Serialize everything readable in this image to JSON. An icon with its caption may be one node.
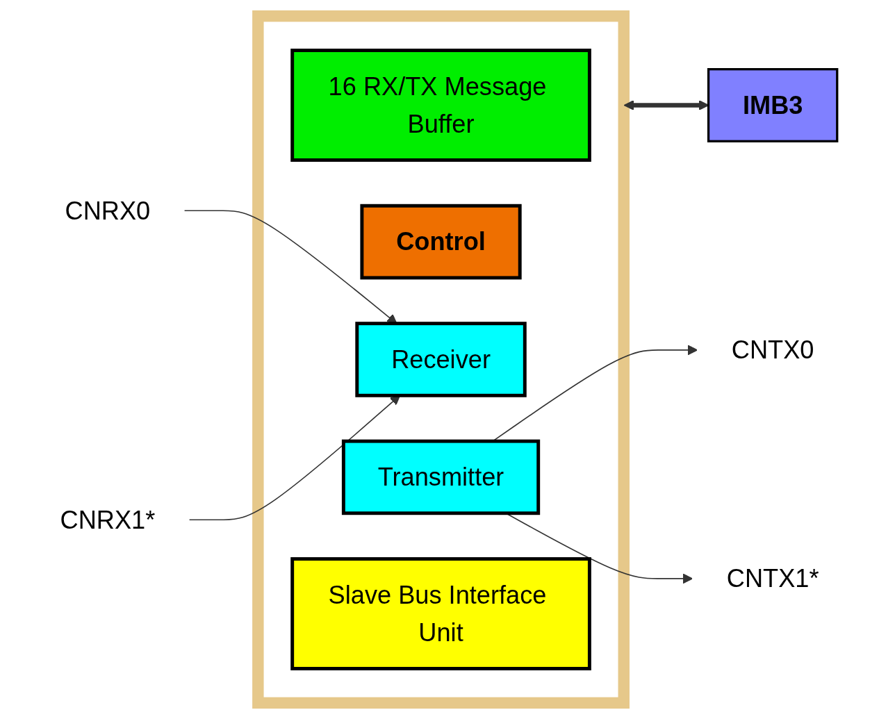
{
  "diagram": {
    "nodes": [
      {
        "text": [],
        "shape": "box"
      },
      {
        "text": [
          "16 RX/TX Message Buffer"
        ],
        "in": 0
      },
      {
        "text": [
          "Control"
        ],
        "in": 0
      },
      {
        "text": [
          "Transmitter"
        ],
        "in": 0
      },
      {
        "text": [
          "Receiver"
        ],
        "in": 0
      },
      {
        "text": [
          "Slave Bus Interface Unit"
        ],
        "in": 0
      },
      {
        "text": [
          "CNTX0"
        ]
      },
      {
        "text": [
          "CNTX1*"
        ]
      },
      {
        "text": [
          "CNRX0"
        ]
      },
      {
        "text": [
          "CNRX1*"
        ]
      },
      {
        "text": [
          "IMB3"
        ]
      }
    ],
    "edges": [
      {
        "from": 3,
        "to": 6,
        "arrow": "to"
      },
      {
        "from": 3,
        "to": 7,
        "arrow": "to"
      },
      {
        "from": 8,
        "to": 4,
        "arrow": "to"
      },
      {
        "from": 9,
        "to": 4,
        "arrow": "to"
      },
      {
        "from": 0,
        "to": 10,
        "arrow": "both",
        "style": "thick"
      }
    ]
  }
}
